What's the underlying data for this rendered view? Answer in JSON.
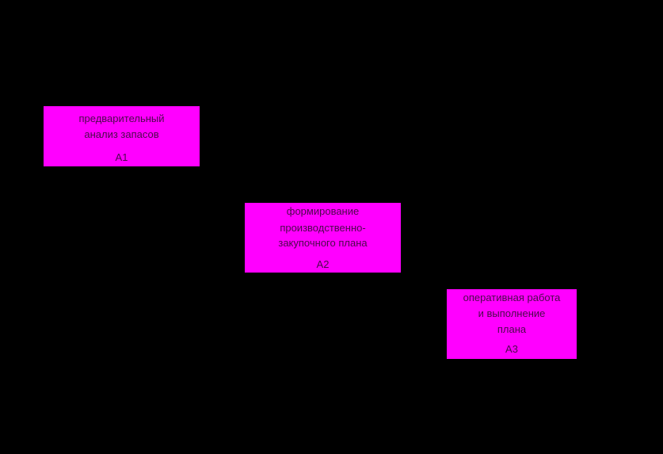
{
  "colors": {
    "background": "#000000",
    "box_fill": "#ff00ff",
    "box_text": "#4b0a4b"
  },
  "boxes": [
    {
      "lines": [
        "предварительный",
        "анализ запасов"
      ],
      "id": "A1"
    },
    {
      "lines": [
        "формирование",
        "производственно-",
        "закупочного плана"
      ],
      "id": "A2"
    },
    {
      "lines": [
        "оперативная работа",
        "и выполнение",
        "плана"
      ],
      "id": "A3"
    }
  ]
}
